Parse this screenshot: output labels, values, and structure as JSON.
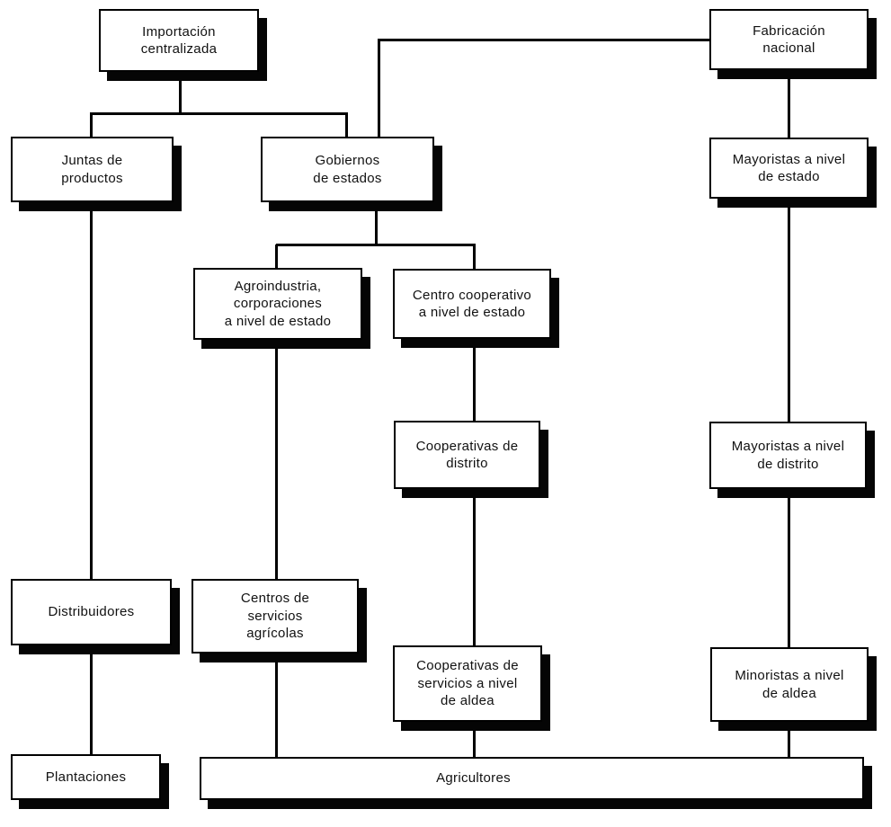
{
  "diagram": {
    "type": "flowchart",
    "language": "es",
    "colors": {
      "background": "#ffffff",
      "box_fill": "#ffffff",
      "box_border": "#000000",
      "box_shadow": "#000000",
      "connector": "#000000"
    },
    "nodes": {
      "importacion": {
        "label": "Importación\ncentralizada"
      },
      "fabricacion": {
        "label": "Fabricación\nnacional"
      },
      "juntas": {
        "label": "Juntas de\nproductos"
      },
      "gobiernos": {
        "label": "Gobiernos\nde estados"
      },
      "mayoristas_estado": {
        "label": "Mayoristas a nivel\nde estado"
      },
      "agroindustria": {
        "label": "Agroindustria,\ncorporaciones\na nivel de estado"
      },
      "centro_cooperativo": {
        "label": "Centro cooperativo\na nivel de estado"
      },
      "cooperativas_distrito": {
        "label": "Cooperativas de\ndistrito"
      },
      "mayoristas_distrito": {
        "label": "Mayoristas a nivel\nde distrito"
      },
      "distribuidores": {
        "label": "Distribuidores"
      },
      "centros_servicios": {
        "label": "Centros de\nservicios\nagrícolas"
      },
      "cooperativas_aldea": {
        "label": "Cooperativas de\nservicios a nivel\nde aldea"
      },
      "minoristas_aldea": {
        "label": "Minoristas a nivel\nde aldea"
      },
      "plantaciones": {
        "label": "Plantaciones"
      },
      "agricultores": {
        "label": "Agricultores"
      }
    },
    "edges": [
      {
        "from": "importacion",
        "to": "juntas"
      },
      {
        "from": "importacion",
        "to": "gobiernos"
      },
      {
        "from": "fabricacion",
        "to": "gobiernos"
      },
      {
        "from": "fabricacion",
        "to": "mayoristas_estado"
      },
      {
        "from": "gobiernos",
        "to": "agroindustria"
      },
      {
        "from": "gobiernos",
        "to": "centro_cooperativo"
      },
      {
        "from": "juntas",
        "to": "distribuidores"
      },
      {
        "from": "agroindustria",
        "to": "centros_servicios"
      },
      {
        "from": "centro_cooperativo",
        "to": "cooperativas_distrito"
      },
      {
        "from": "mayoristas_estado",
        "to": "mayoristas_distrito"
      },
      {
        "from": "cooperativas_distrito",
        "to": "cooperativas_aldea"
      },
      {
        "from": "mayoristas_distrito",
        "to": "minoristas_aldea"
      },
      {
        "from": "distribuidores",
        "to": "plantaciones"
      },
      {
        "from": "centros_servicios",
        "to": "agricultores"
      },
      {
        "from": "cooperativas_aldea",
        "to": "agricultores"
      },
      {
        "from": "minoristas_aldea",
        "to": "agricultores"
      }
    ]
  }
}
